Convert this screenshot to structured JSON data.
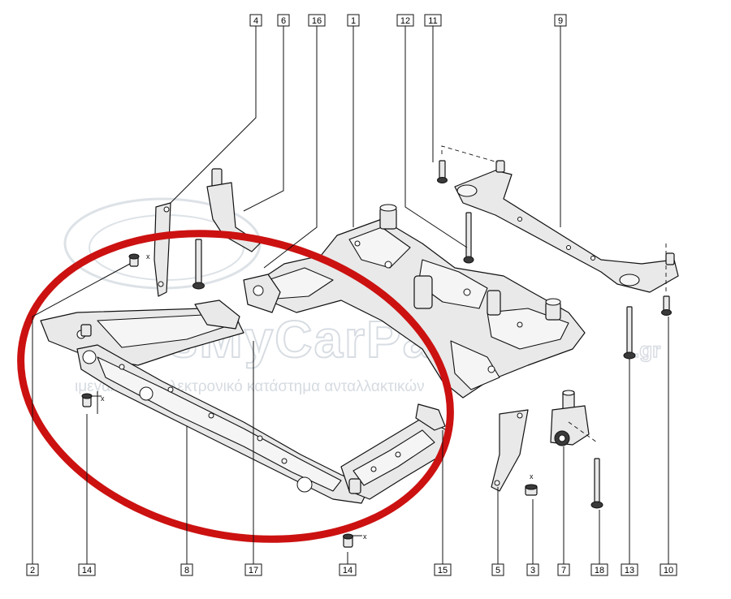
{
  "callouts": [
    "1",
    "2",
    "3",
    "4",
    "5",
    "6",
    "7",
    "8",
    "9",
    "10",
    "11",
    "12",
    "13",
    "14",
    "14",
    "15",
    "16",
    "17",
    "18"
  ],
  "axis_mark": "x",
  "watermark": {
    "brand": "CarsMyCarParts",
    "domain": ".gr",
    "tagline": "ιμεγαλύτερο ηλεκτρονικό κατάστημα ανταλλακτικών"
  },
  "highlight_color": "#cc1111"
}
